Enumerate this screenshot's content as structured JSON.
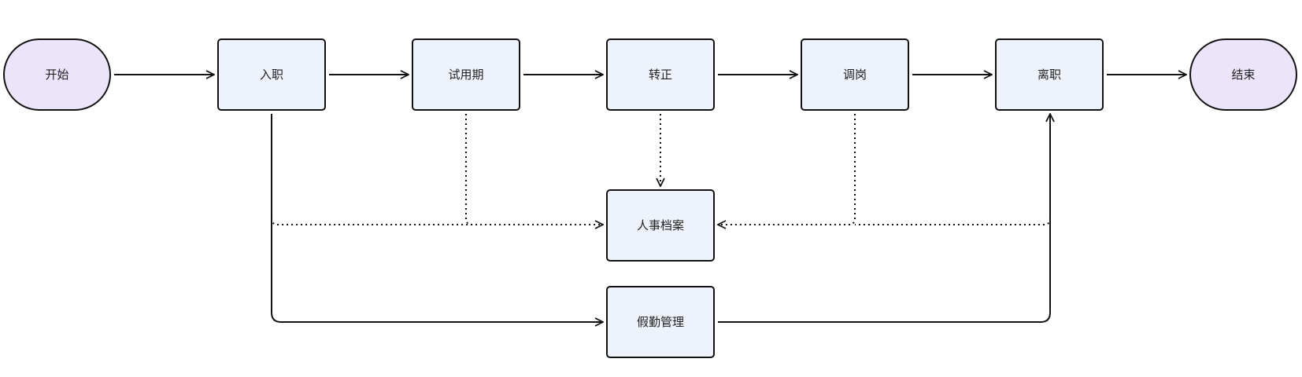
{
  "diagram": {
    "nodes": {
      "start": "开始",
      "onboarding": "入职",
      "probation": "试用期",
      "regularization": "转正",
      "transfer": "调岗",
      "resignation": "离职",
      "end": "结束",
      "personnel_file": "人事档案",
      "attendance_management": "假勤管理"
    },
    "colors": {
      "terminal_fill": "#ebe4fb",
      "process_fill": "#eef2fb",
      "stroke": "#111111"
    }
  }
}
